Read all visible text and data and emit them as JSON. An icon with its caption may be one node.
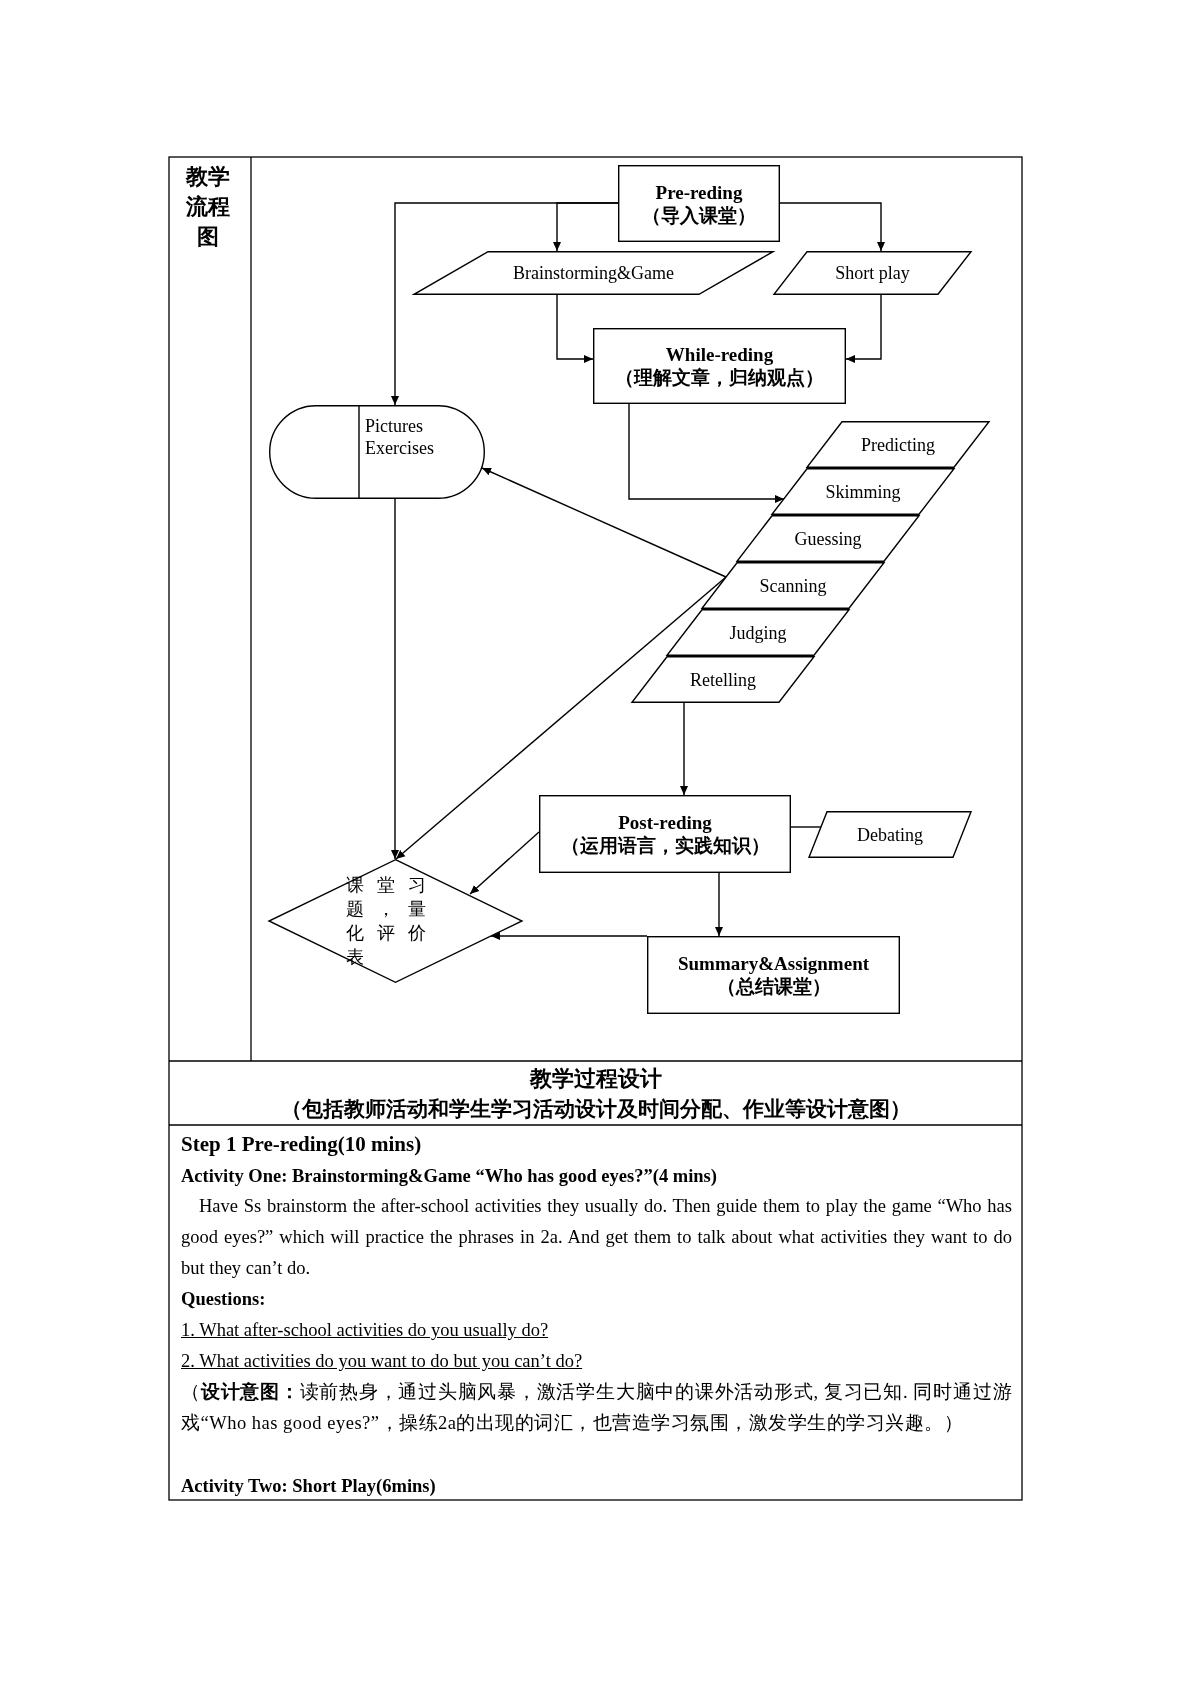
{
  "diagram": {
    "nodes": [
      {
        "text": [
          "Pre-reding",
          "（导入课堂）"
        ]
      },
      {
        "text": [
          "Brainstorming&Game"
        ]
      },
      {
        "text": [
          "Short play"
        ]
      },
      {
        "text": [
          "While-reding",
          "（理解文章，归纳观点）"
        ]
      },
      {
        "text": [
          "Pictures Exercises"
        ]
      },
      {
        "text": [
          "Predicting"
        ]
      },
      {
        "text": [
          "Skimming"
        ]
      },
      {
        "text": [
          "Guessing"
        ]
      },
      {
        "text": [
          "Scanning"
        ]
      },
      {
        "text": [
          "Judging"
        ]
      },
      {
        "text": [
          "Retelling"
        ]
      },
      {
        "text": [
          "Post-reding",
          "（运用语言，实践知识）"
        ]
      },
      {
        "text": [
          "Debating"
        ]
      },
      {
        "text": [
          "课堂习题，量化评价表"
        ]
      },
      {
        "text": [
          "Summary&Assignment",
          "（总结课堂）"
        ]
      }
    ],
    "edges": [
      {
        "from": 0,
        "to": 1,
        "arrow": "to"
      },
      {
        "from": 0,
        "to": 4,
        "arrow": "to"
      },
      {
        "from": 0,
        "to": 2,
        "arrow": "to"
      },
      {
        "from": 1,
        "to": 3,
        "arrow": "to"
      },
      {
        "from": 2,
        "to": 3,
        "arrow": "to"
      },
      {
        "from": 3,
        "to": 6,
        "arrow": "to"
      },
      {
        "from": 8,
        "to": 4,
        "arrow": "to"
      },
      {
        "from": 8,
        "to": 13,
        "arrow": "to"
      },
      {
        "from": 4,
        "to": 13,
        "arrow": "to"
      },
      {
        "from": 10,
        "to": 11,
        "arrow": "to"
      },
      {
        "from": 11,
        "to": 13,
        "arrow": "to"
      },
      {
        "from": 11,
        "to": 12,
        "arrow": "none"
      },
      {
        "from": 11,
        "to": 14,
        "arrow": "to"
      },
      {
        "from": 14,
        "to": 13,
        "arrow": "to"
      }
    ],
    "labels": [
      "教学流程图",
      "教学过程设计",
      "（包括教师活动和学生学习活动设计及时间分配、作业等设计意图）",
      "Step 1 Pre-reding(10 mins)",
      "Activity One: Brainstorming&Game “Who has good eyes?”(4 mins)",
      "Have Ss brainstorm the after-school activities they usually do. Then guide them to play the game “Who has good eyes?” which will practice the phrases in 2a. And get them to talk about what activities they want to do but they can’t do.",
      "Questions:",
      "1. What after-school activities do you usually do?",
      "2. What activities do you want to do but you can’t do?",
      "（**设计意图：**读前热身，通过头脑风暴，激活学生大脑中的课外活动形式, 复习已知. 同时通过游戏“Who has good eyes?”，操练2a的出现的词汇，也营造学习氛围，激发学生的学习兴趣。）",
      "Activity Two: Short Play(6mins)"
    ]
  }
}
